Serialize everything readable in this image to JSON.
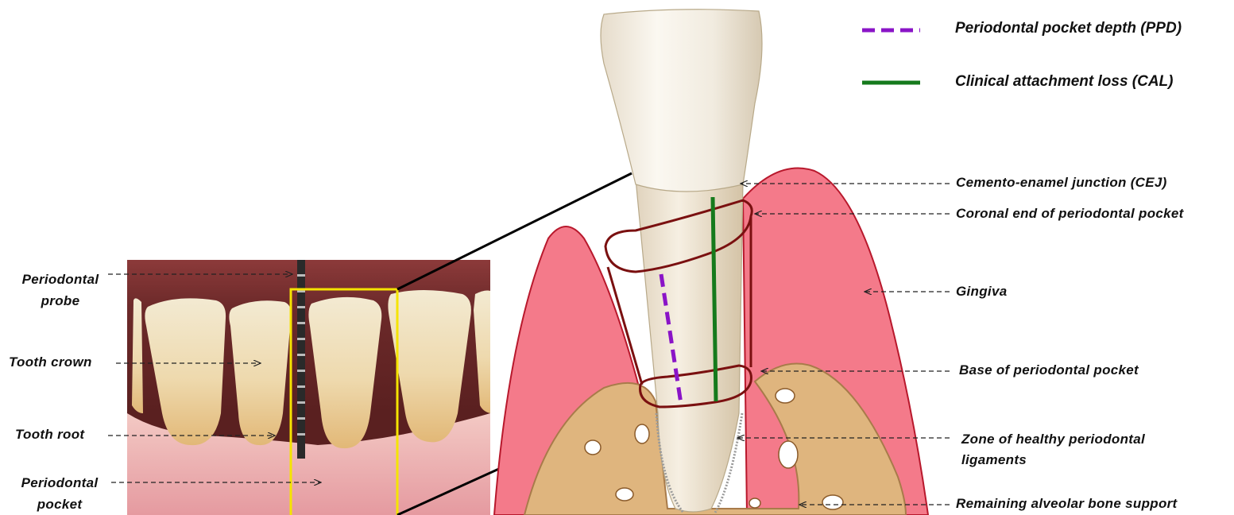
{
  "legend": {
    "ppd_label": "Periodontal pocket depth (PPD)",
    "cal_label": "Clinical attachment loss (CAL)",
    "ppd_color": "#8a14c7",
    "cal_color": "#157a1c"
  },
  "left_labels": {
    "probe_line1": "Periodontal",
    "probe_line2": "probe",
    "crown": "Tooth crown",
    "root": "Tooth root",
    "pocket_line1": "Periodontal",
    "pocket_line2": "pocket"
  },
  "right_labels": {
    "cej": "Cemento-enamel junction (CEJ)",
    "coronal_end": "Coronal end of periodontal pocket",
    "gingiva": "Gingiva",
    "base": "Base of periodontal pocket",
    "zone_line1": "Zone of healthy periodontal",
    "zone_line2": "ligaments",
    "bone": "Remaining alveolar bone support"
  },
  "colors": {
    "gingiva": "#f47a8a",
    "gingiva_outline": "#b8182c",
    "bone": "#dfb57e",
    "highlight_box": "#f5e400",
    "pocket_outline": "#7a1010"
  }
}
